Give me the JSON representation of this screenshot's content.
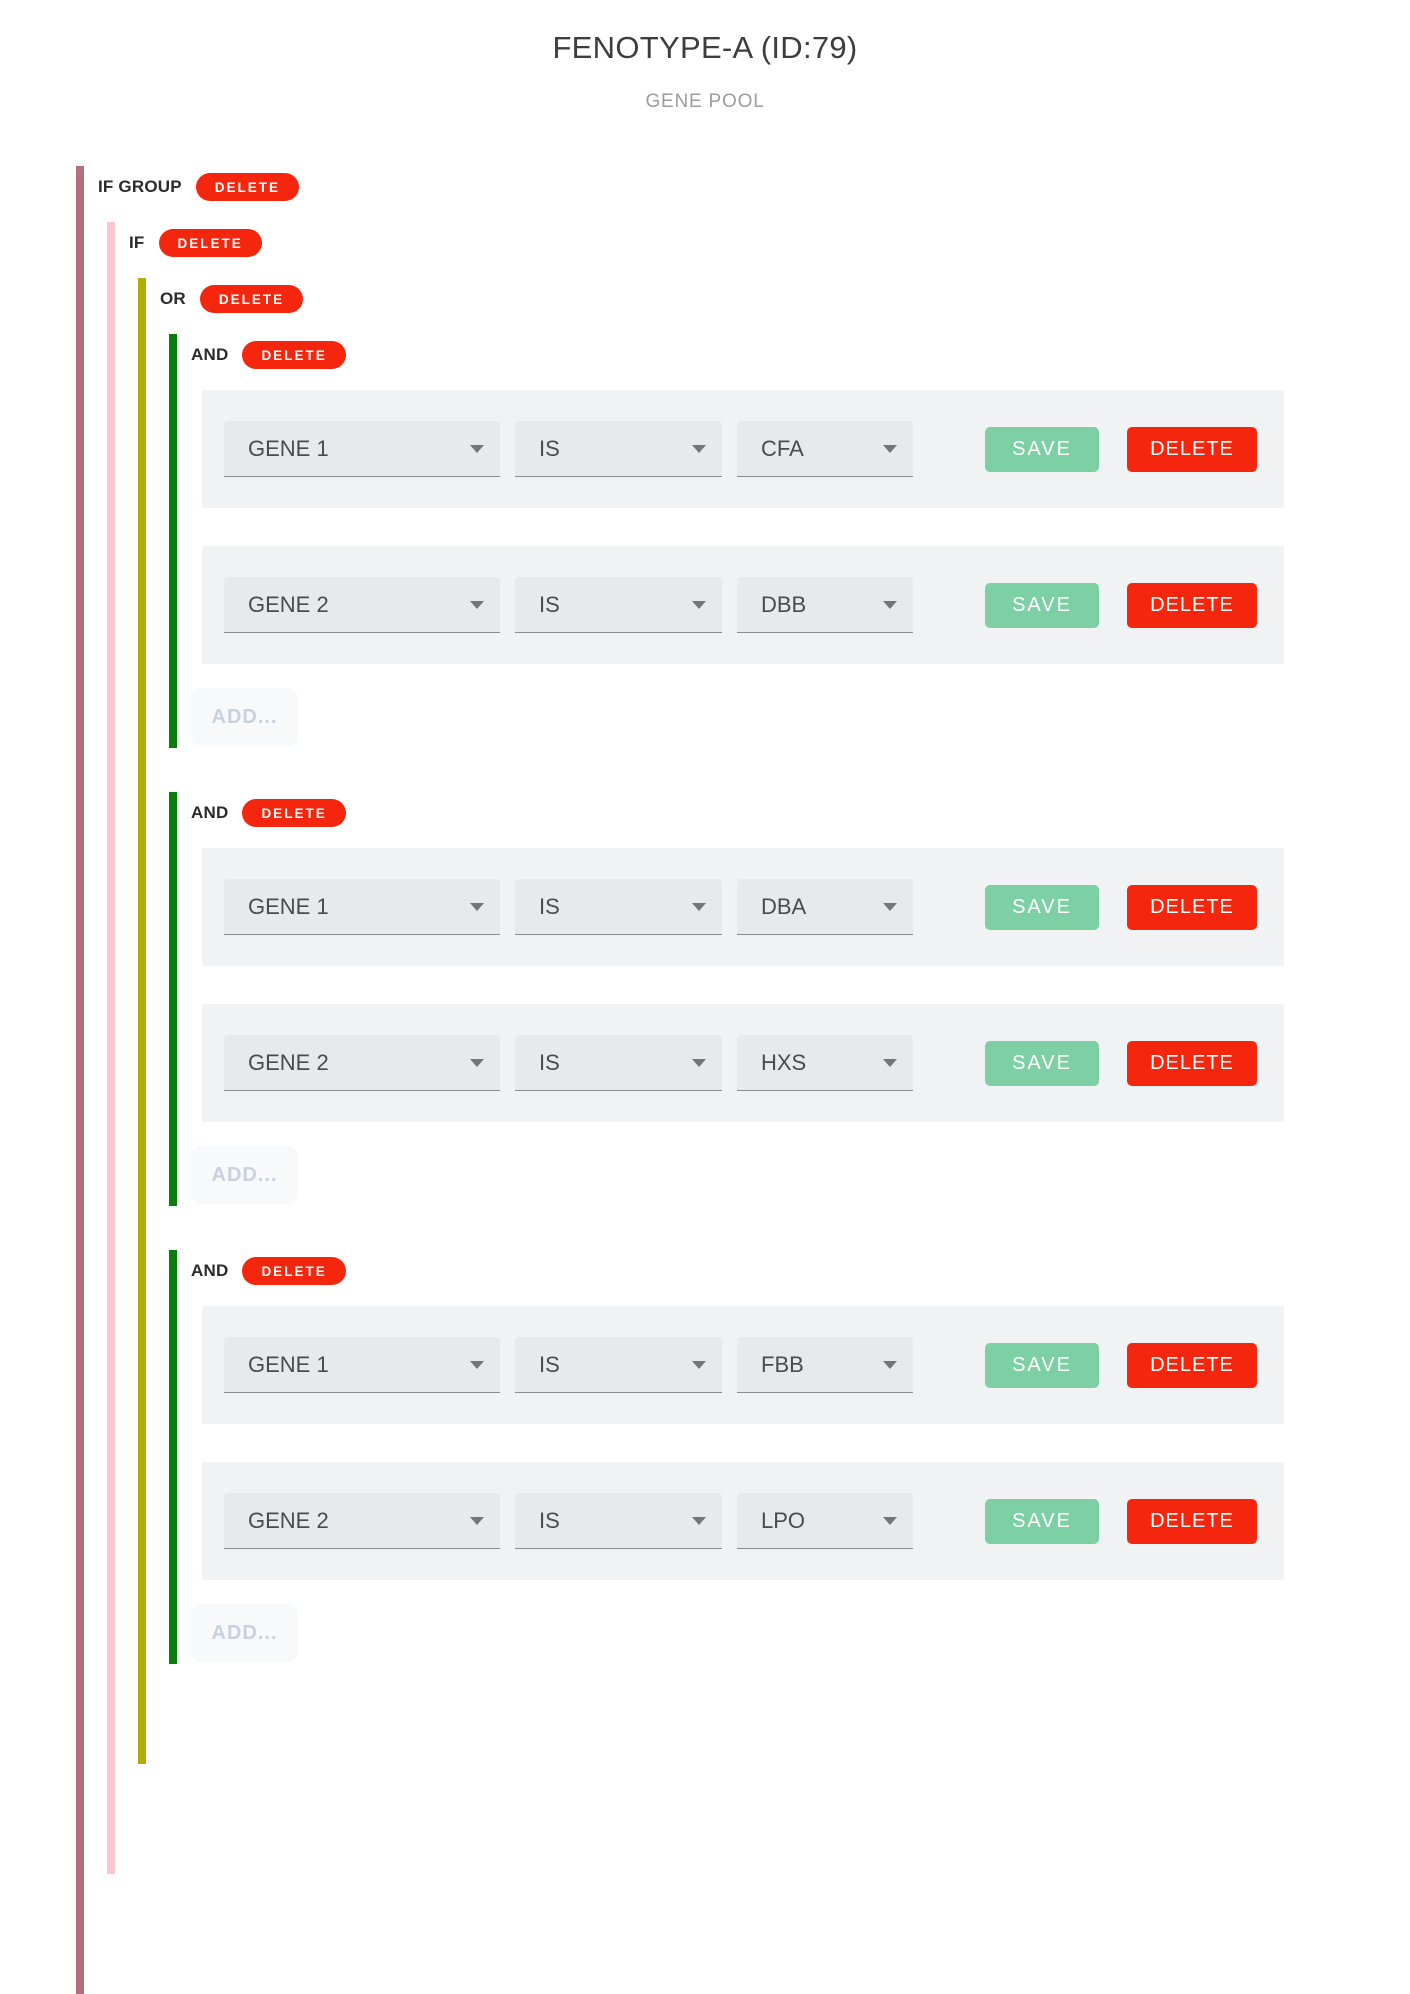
{
  "page": {
    "title": "FENOTYPE-A (ID:79)",
    "subtitle": "GENE POOL"
  },
  "actions": {
    "delete": "DELETE",
    "save": "SAVE",
    "add": "ADD..."
  },
  "colors": {
    "if_group_bar": "#b3717f",
    "if_bar": "#fbc5cf",
    "or_bar": "#b3ac07",
    "and_bar": "#097f09",
    "delete_red": "#f4270e",
    "save_green": "#7dcfa4"
  },
  "tree": {
    "group_label": "IF GROUP",
    "if_label": "IF",
    "or_label": "OR",
    "and_groups": [
      {
        "label": "AND",
        "rows": [
          {
            "gene": "GENE 1",
            "operator": "IS",
            "value": "CFA"
          },
          {
            "gene": "GENE 2",
            "operator": "IS",
            "value": "DBB"
          }
        ]
      },
      {
        "label": "AND",
        "rows": [
          {
            "gene": "GENE 1",
            "operator": "IS",
            "value": "DBA"
          },
          {
            "gene": "GENE 2",
            "operator": "IS",
            "value": "HXS"
          }
        ]
      },
      {
        "label": "AND",
        "rows": [
          {
            "gene": "GENE 1",
            "operator": "IS",
            "value": "FBB"
          },
          {
            "gene": "GENE 2",
            "operator": "IS",
            "value": "LPO"
          }
        ]
      }
    ]
  }
}
